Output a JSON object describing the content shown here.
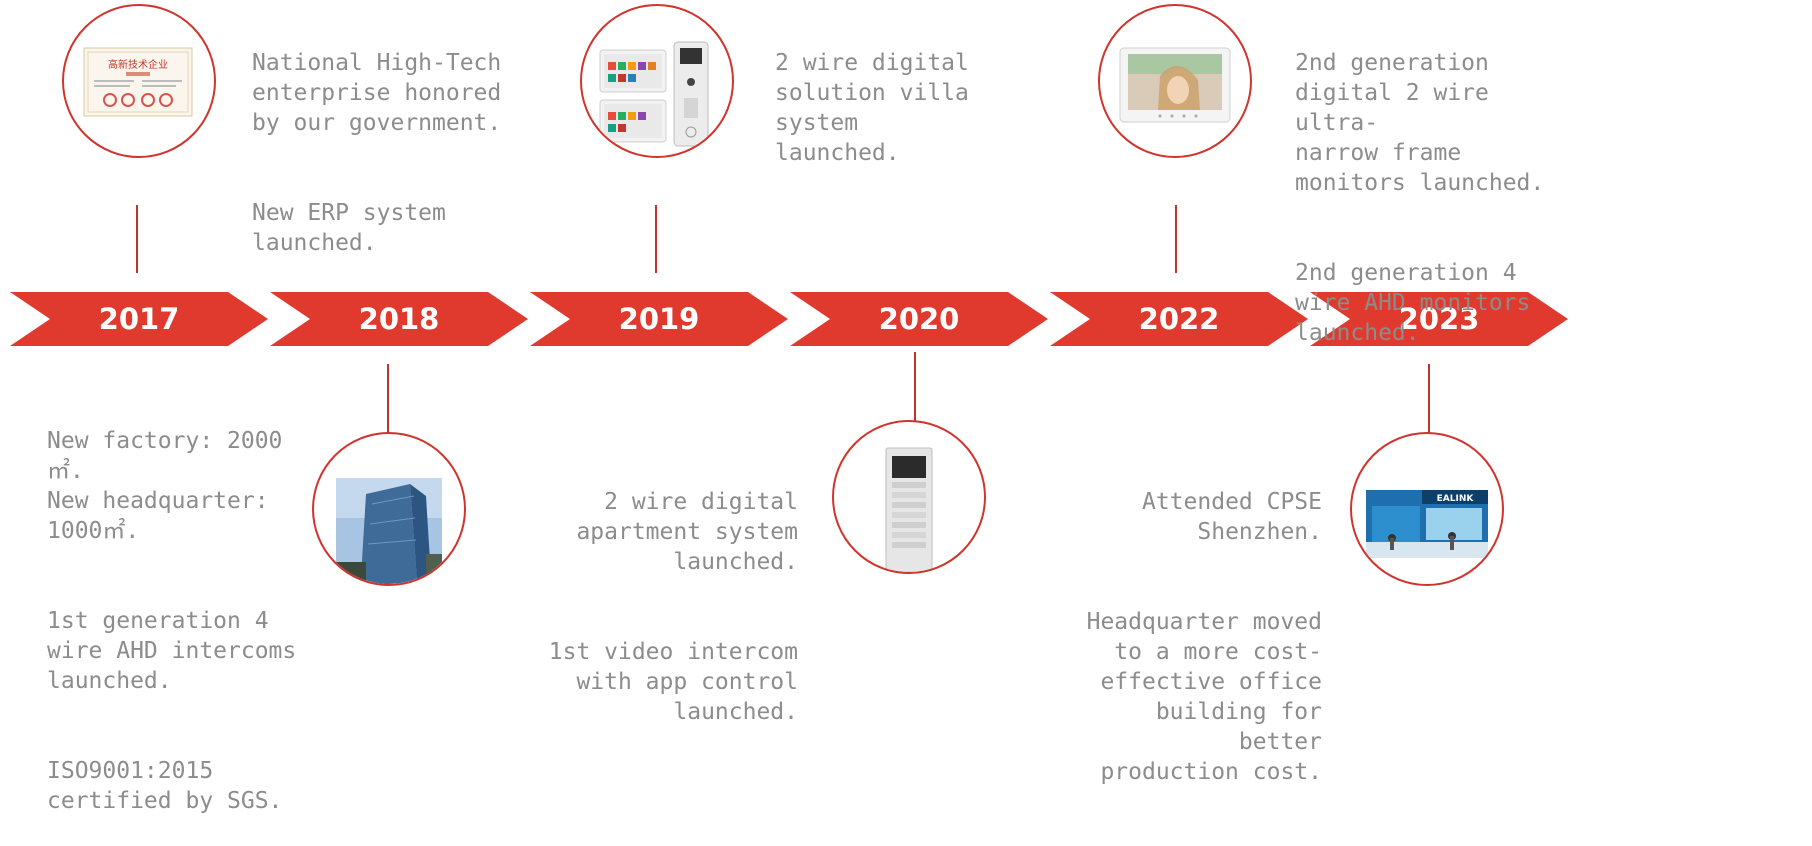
{
  "colors": {
    "accent": "#e03a2f",
    "line": "#c8312b",
    "text": "#8c8c8c"
  },
  "timeline": [
    {
      "year": "2017"
    },
    {
      "year": "2018"
    },
    {
      "year": "2019"
    },
    {
      "year": "2020"
    },
    {
      "year": "2022"
    },
    {
      "year": "2023"
    }
  ],
  "events": {
    "e2017": {
      "paragraphs": [
        "New factory: 2000㎡.\nNew headquarter:\n1000㎡.",
        "1st generation 4\nwire AHD intercoms\nlaunched.",
        "ISO9001:2015\ncertified by SGS."
      ]
    },
    "e2018": {
      "paragraphs": [
        "National High-Tech\nenterprise honored\nby our government.",
        "New ERP system\nlaunched."
      ]
    },
    "e2019": {
      "paragraphs": [
        "2 wire digital\nsolution villa system\nlaunched."
      ]
    },
    "e2020": {
      "paragraphs": [
        "2 wire digital\napartment system\nlaunched.",
        "1st video intercom\nwith app control\nlaunched."
      ]
    },
    "e2022": {
      "paragraphs": [
        "Attended CPSE\nShenzhen.",
        "Headquarter moved\nto a more cost-\neffective office\nbuilding for better\nproduction cost."
      ]
    },
    "e2023": {
      "paragraphs": [
        "2nd generation\ndigital 2 wire ultra-\nnarrow frame\nmonitors launched.",
        "2nd generation 4\nwire AHD monitors\nlaunched."
      ]
    }
  },
  "images": {
    "certificate": {
      "icon": "certificate-image",
      "text": "高新技术企业"
    },
    "booth": {
      "icon": "booth-image",
      "text": "EALINK"
    }
  }
}
